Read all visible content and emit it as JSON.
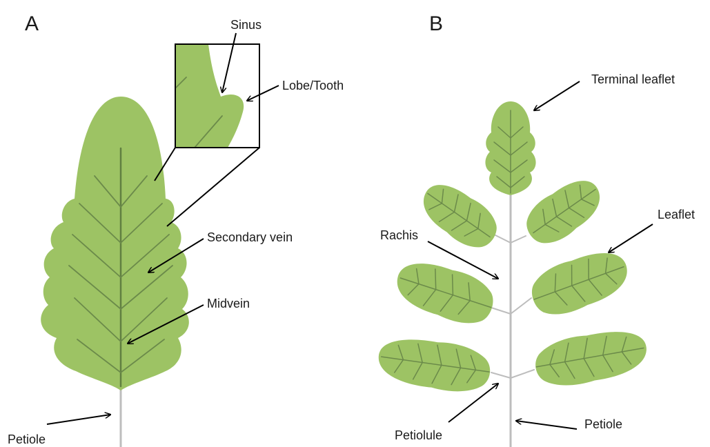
{
  "panels": {
    "a": "A",
    "b": "B"
  },
  "labels_a": {
    "sinus": "Sinus",
    "lobe_tooth": "Lobe/Tooth",
    "secondary_vein": "Secondary vein",
    "midvein": "Midvein",
    "petiole": "Petiole"
  },
  "labels_b": {
    "terminal_leaflet": "Terminal leaflet",
    "leaflet": "Leaflet",
    "rachis": "Rachis",
    "petiolule": "Petiolule",
    "petiole": "Petiole"
  },
  "colors": {
    "leaf": "#9dc364",
    "vein": "#6b8a4a",
    "stem": "#bdbdbd",
    "text": "#1a1a1a"
  }
}
